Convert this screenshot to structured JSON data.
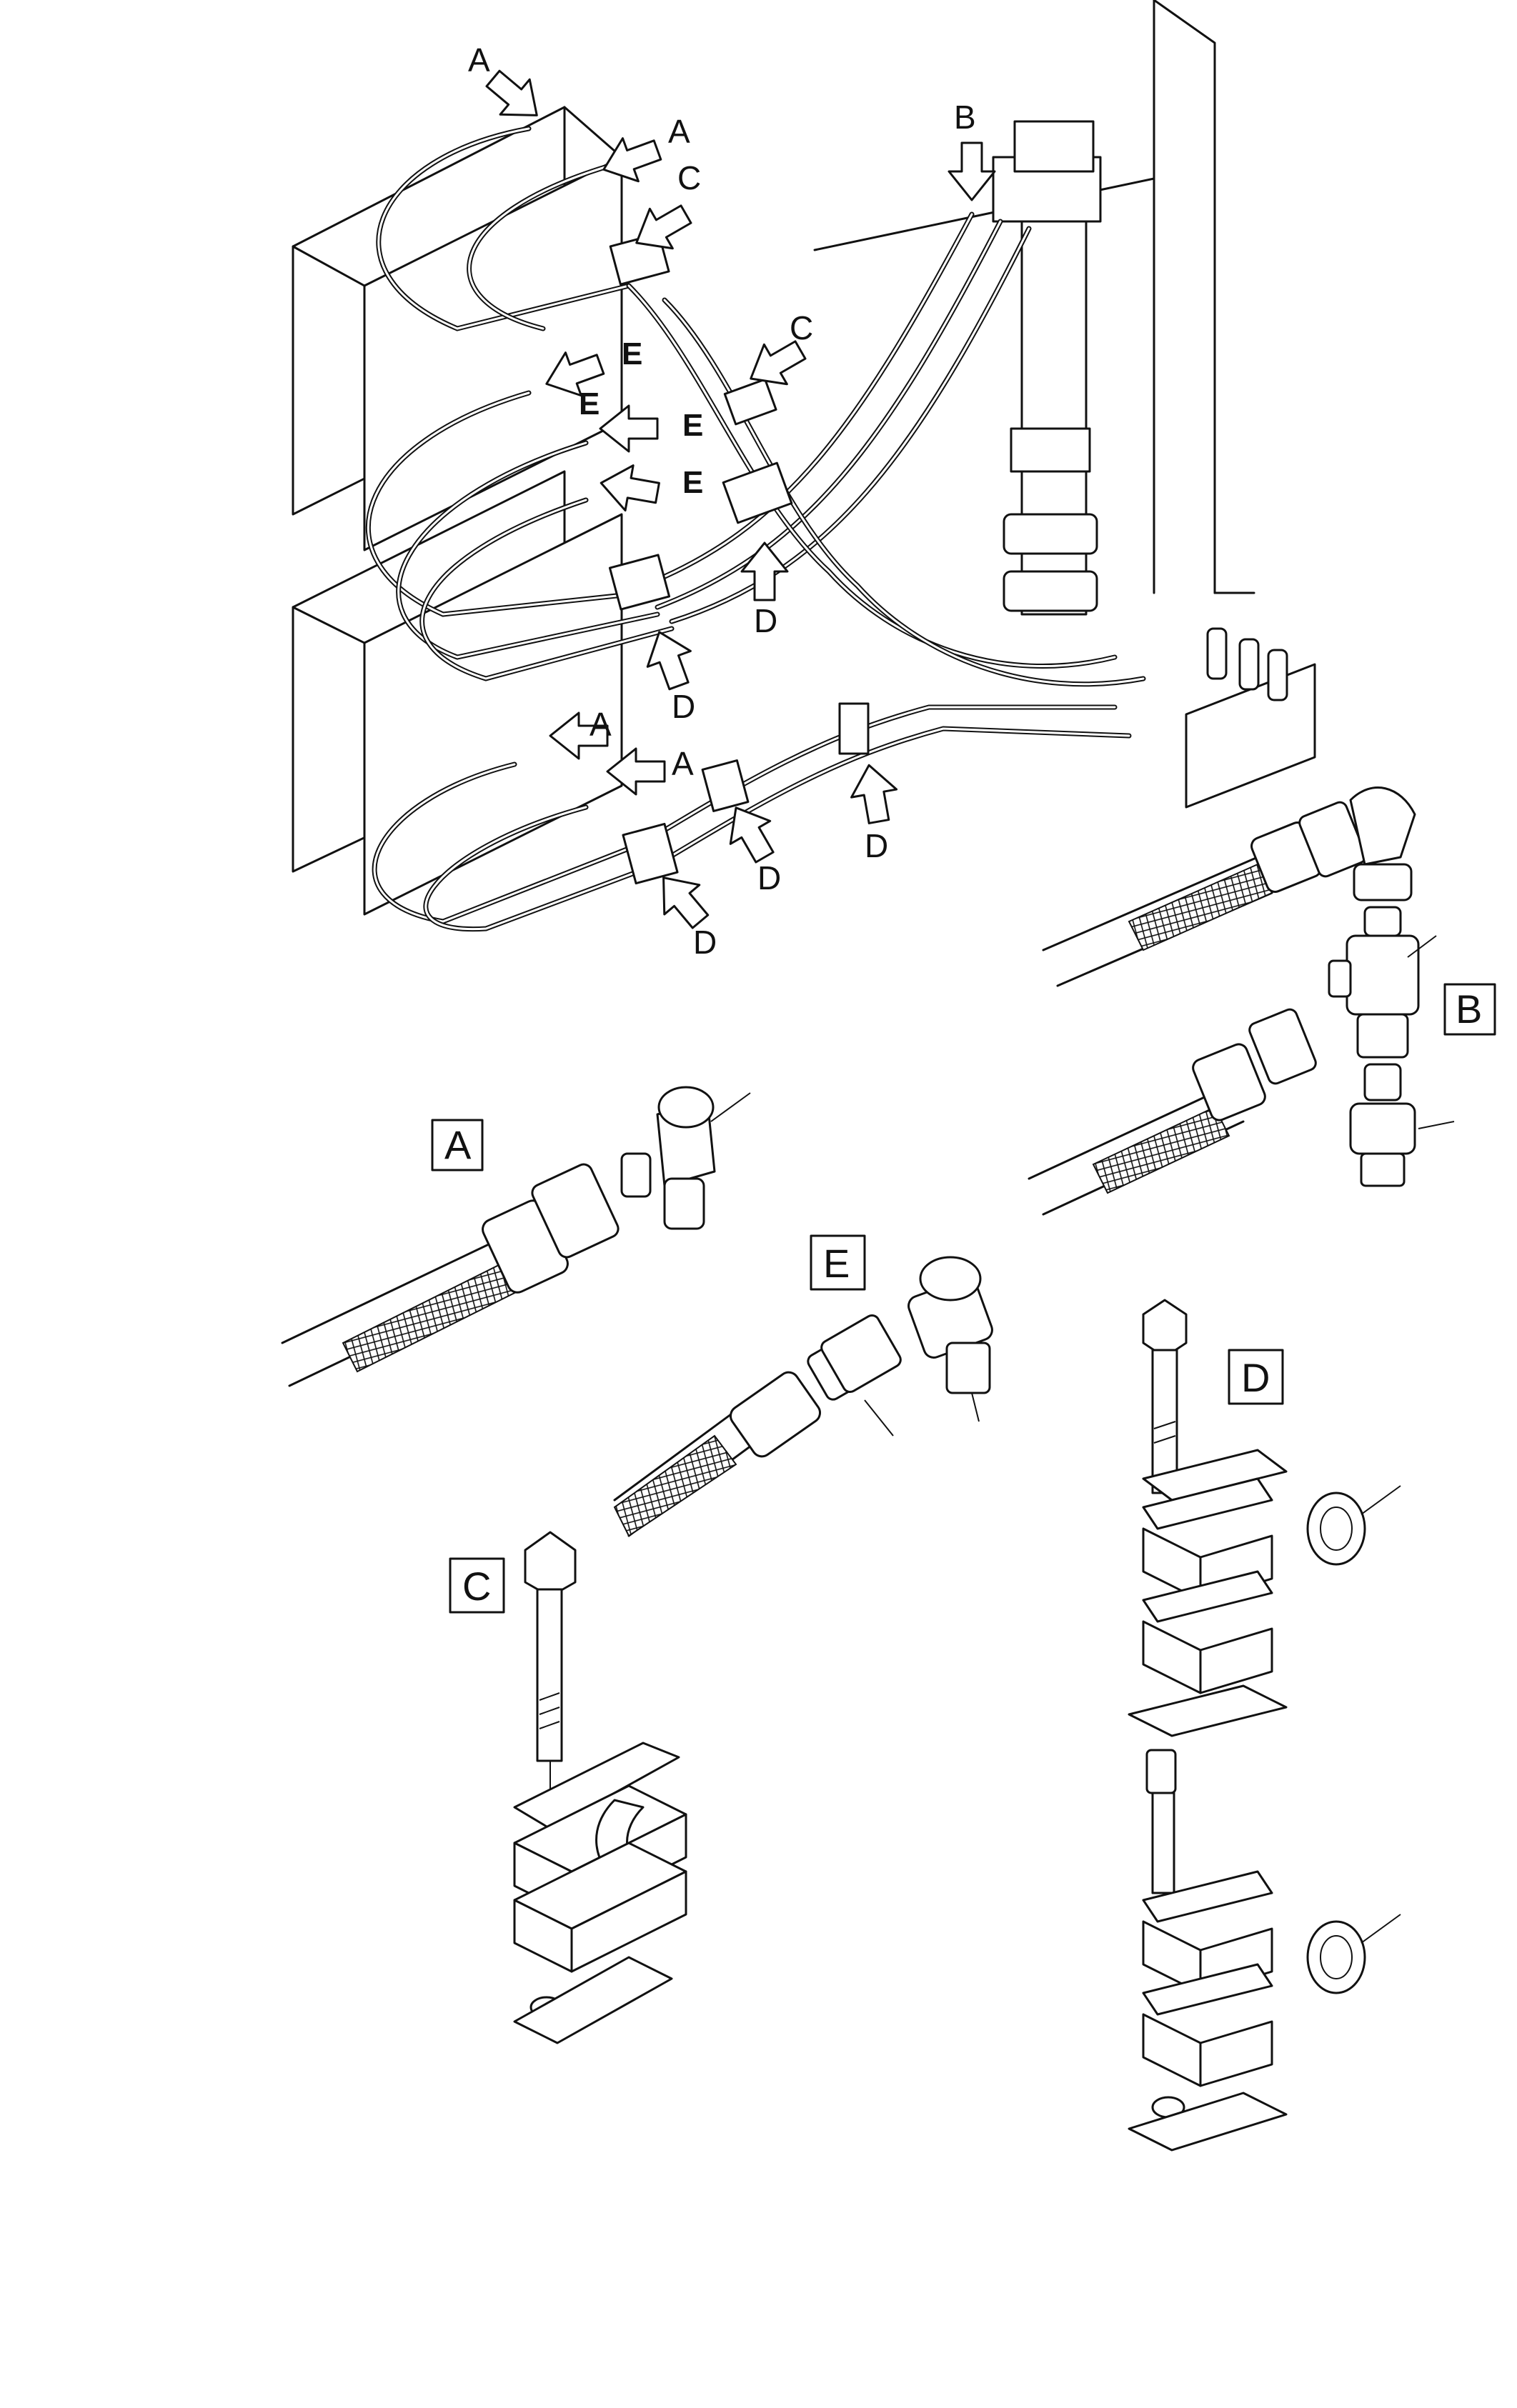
{
  "callouts": {
    "A": "A",
    "B": "B",
    "C": "C",
    "D": "D",
    "E": "E"
  },
  "detail_boxes": {
    "A": "A",
    "B": "B",
    "C": "C",
    "D": "D",
    "E": "E"
  },
  "colors": {
    "line": "#111111",
    "background": "#ffffff"
  }
}
